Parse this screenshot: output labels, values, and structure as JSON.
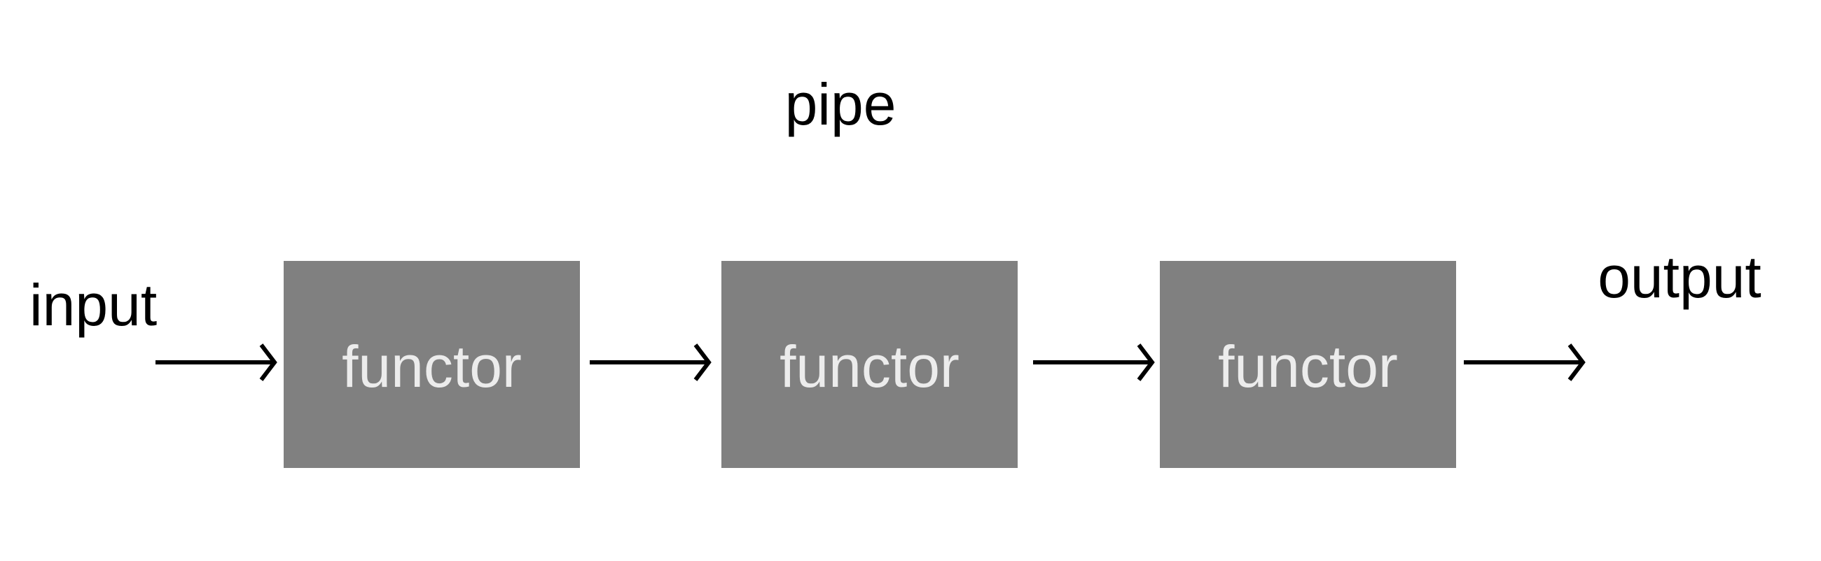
{
  "diagram": {
    "title": "pipe",
    "input_label": "input",
    "output_label": "output",
    "stages": [
      {
        "label": "functor"
      },
      {
        "label": "functor"
      },
      {
        "label": "functor"
      }
    ],
    "colors": {
      "background": "#ffffff",
      "box_fill": "#808080",
      "box_text": "#ececec",
      "line": "#000000",
      "text": "#000000"
    }
  }
}
